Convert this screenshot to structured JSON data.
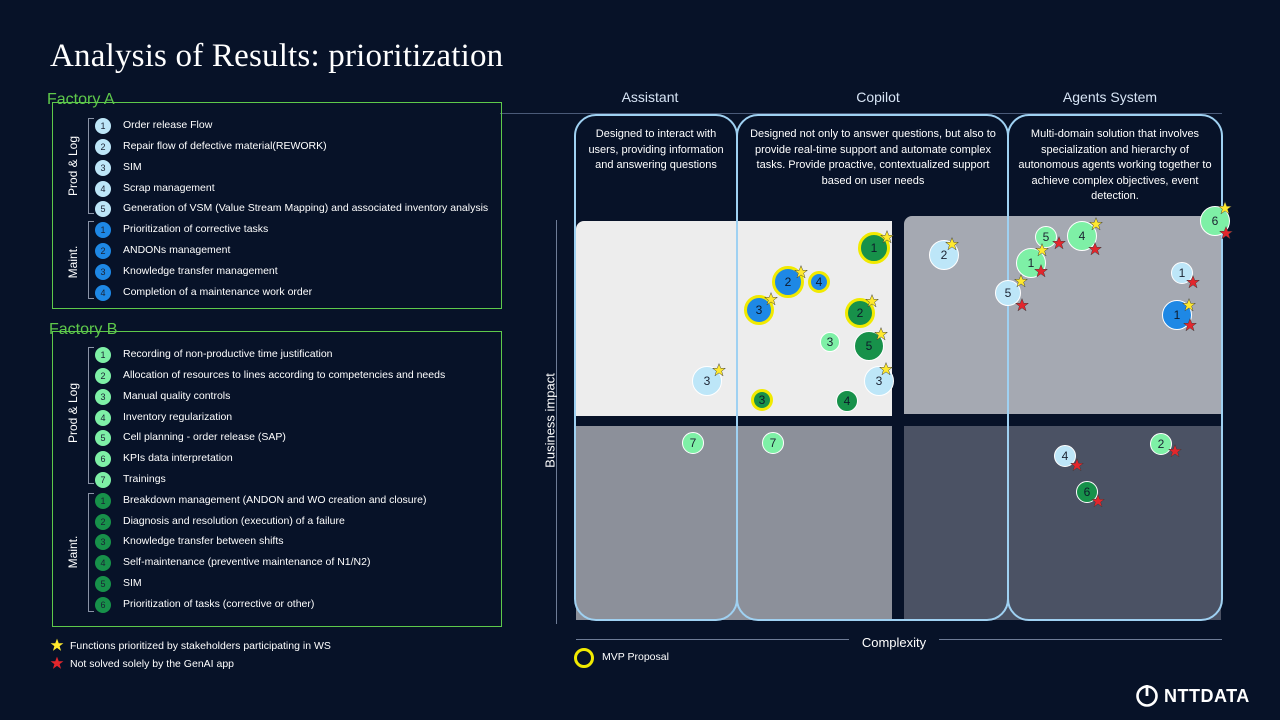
{
  "title": "Analysis of Results: prioritization",
  "colors": {
    "green_line": "#5ec94b",
    "light_blue": "#bde6f8",
    "mid_blue": "#1e88e5",
    "light_green": "#7ef0a6",
    "dark_green": "#17914a",
    "frame": "#9fd1f2",
    "mvp": "#f1ea00",
    "star_yellow": "#ffe92e",
    "star_red": "#e3262c"
  },
  "factory_a": {
    "label": "Factory A",
    "groups": [
      {
        "label": "Prod & Log",
        "items": [
          {
            "n": "1",
            "text": "Order release Flow"
          },
          {
            "n": "2",
            "text": "Repair flow of defective material(REWORK)"
          },
          {
            "n": "3",
            "text": "SIM"
          },
          {
            "n": "4",
            "text": "Scrap management"
          },
          {
            "n": "5",
            "text": "Generation of VSM (Value Stream Mapping) and associated inventory analysis"
          }
        ]
      },
      {
        "label": "Maint.",
        "items": [
          {
            "n": "1",
            "text": "Prioritization of corrective tasks"
          },
          {
            "n": "2",
            "text": "ANDONs management"
          },
          {
            "n": "3",
            "text": "Knowledge transfer management"
          },
          {
            "n": "4",
            "text": "Completion of a maintenance work order"
          }
        ]
      }
    ]
  },
  "factory_b": {
    "label": "Factory B",
    "groups": [
      {
        "label": "Prod & Log",
        "items": [
          {
            "n": "1",
            "text": "Recording of non-productive time justification"
          },
          {
            "n": "2",
            "text": "Allocation of resources to lines according to competencies and needs"
          },
          {
            "n": "3",
            "text": "Manual quality controls"
          },
          {
            "n": "4",
            "text": "Inventory regularization"
          },
          {
            "n": "5",
            "text": "Cell planning - order release (SAP)"
          },
          {
            "n": "6",
            "text": "KPIs data interpretation"
          },
          {
            "n": "7",
            "text": "Trainings"
          }
        ]
      },
      {
        "label": "Maint.",
        "items": [
          {
            "n": "1",
            "text": "Breakdown management (ANDON and WO creation and closure)"
          },
          {
            "n": "2",
            "text": "Diagnosis and resolution (execution) of a failure"
          },
          {
            "n": "3",
            "text": "Knowledge transfer between shifts"
          },
          {
            "n": "4",
            "text": "Self-maintenance (preventive maintenance of N1/N2)"
          },
          {
            "n": "5",
            "text": "SIM"
          },
          {
            "n": "6",
            "text": "Prioritization of tasks (corrective or other)"
          }
        ]
      }
    ]
  },
  "columns": [
    {
      "header": "Assistant",
      "desc": "Designed to interact with users, providing information and answering questions"
    },
    {
      "header": "Copilot",
      "desc": "Designed not only to answer questions, but also to provide real-time support and automate complex tasks. Provide proactive, contextualized support based on user needs"
    },
    {
      "header": "Agents System",
      "desc": "Multi-domain solution that involves specialization and hierarchy of autonomous agents working together to achieve complex objectives, event detection."
    }
  ],
  "axes": {
    "y": "Business impact",
    "x": "Complexity"
  },
  "legend": {
    "yellow_star": "Functions prioritized by stakeholders participating in WS",
    "red_star": "Not solved solely by the GenAI app",
    "mvp": "MVP Proposal"
  },
  "bubbles": [
    {
      "n": "1",
      "kind": "dark_green",
      "mvp": true,
      "yellow": true,
      "red": false
    },
    {
      "n": "2",
      "kind": "mid_blue",
      "mvp": true,
      "yellow": true,
      "red": false
    },
    {
      "n": "4",
      "kind": "mid_blue",
      "mvp": true,
      "yellow": false,
      "red": false
    },
    {
      "n": "3",
      "kind": "mid_blue",
      "mvp": true,
      "yellow": true,
      "red": false
    },
    {
      "n": "2",
      "kind": "dark_green",
      "mvp": true,
      "yellow": true,
      "red": false
    },
    {
      "n": "3",
      "kind": "light_green",
      "mvp": false,
      "yellow": false,
      "red": false
    },
    {
      "n": "5",
      "kind": "dark_green",
      "mvp": false,
      "yellow": true,
      "red": false
    },
    {
      "n": "3",
      "kind": "light_blue",
      "mvp": false,
      "yellow": true,
      "red": false
    },
    {
      "n": "3",
      "kind": "light_blue",
      "mvp": false,
      "yellow": true,
      "red": false
    },
    {
      "n": "3",
      "kind": "dark_green",
      "mvp": true,
      "yellow": false,
      "red": false
    },
    {
      "n": "4",
      "kind": "dark_green",
      "mvp": false,
      "yellow": false,
      "red": false
    },
    {
      "n": "7",
      "kind": "light_green",
      "mvp": false,
      "yellow": false,
      "red": false
    },
    {
      "n": "7",
      "kind": "light_green",
      "mvp": false,
      "yellow": false,
      "red": false
    },
    {
      "n": "2",
      "kind": "light_blue",
      "mvp": false,
      "yellow": true,
      "red": false
    },
    {
      "n": "5",
      "kind": "light_green",
      "mvp": false,
      "yellow": false,
      "red": true
    },
    {
      "n": "4",
      "kind": "light_green",
      "mvp": false,
      "yellow": true,
      "red": true
    },
    {
      "n": "1",
      "kind": "light_green",
      "mvp": false,
      "yellow": true,
      "red": true
    },
    {
      "n": "5",
      "kind": "light_blue",
      "mvp": false,
      "yellow": true,
      "red": true
    },
    {
      "n": "6",
      "kind": "light_green",
      "mvp": false,
      "yellow": true,
      "red": true
    },
    {
      "n": "1",
      "kind": "light_blue",
      "mvp": false,
      "yellow": false,
      "red": true
    },
    {
      "n": "1",
      "kind": "mid_blue",
      "mvp": false,
      "yellow": true,
      "red": true
    },
    {
      "n": "2",
      "kind": "light_green",
      "mvp": false,
      "yellow": false,
      "red": true
    },
    {
      "n": "4",
      "kind": "light_blue",
      "mvp": false,
      "yellow": false,
      "red": true
    },
    {
      "n": "6",
      "kind": "dark_green",
      "mvp": false,
      "yellow": false,
      "red": true
    }
  ],
  "brand": "NTTDATA"
}
